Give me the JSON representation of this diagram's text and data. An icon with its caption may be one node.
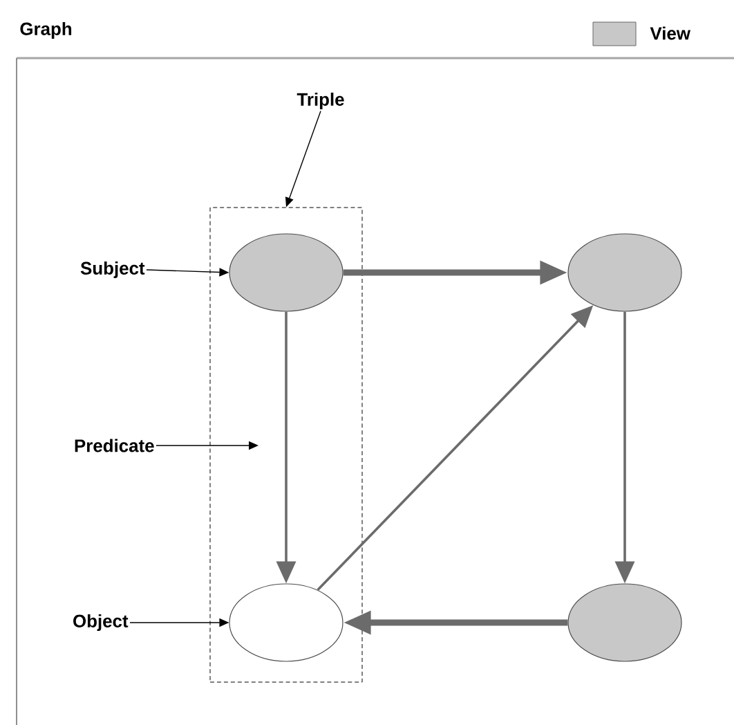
{
  "diagram": {
    "nodes": [
      {
        "text": [
          "Graph"
        ]
      },
      {
        "text": [],
        "shape": "box",
        "in": 0
      },
      {
        "text": [],
        "shape": "ellipse",
        "in": 1
      },
      {
        "text": [],
        "shape": "ellipse",
        "in": 1
      },
      {
        "text": [],
        "shape": "ellipse",
        "in": 0
      },
      {
        "text": [],
        "shape": "ellipse",
        "in": 0
      },
      {
        "text": [
          "Triple"
        ],
        "in": 0
      },
      {
        "text": [
          "Subject"
        ],
        "in": 0
      },
      {
        "text": [
          "Predicate"
        ],
        "in": 0
      },
      {
        "text": [
          "Object"
        ],
        "in": 0
      }
    ],
    "edges": [
      {
        "from": 6,
        "to": 1,
        "arrow": "to",
        "color": "#000000"
      },
      {
        "from": 7,
        "to": 2,
        "arrow": "to",
        "color": "#000000"
      },
      {
        "from": 2,
        "to": 4,
        "arrow": "to",
        "style": "thick"
      },
      {
        "from": 2,
        "to": 3,
        "arrow": "to"
      },
      {
        "from": 8,
        "to": null,
        "arrow": "to",
        "color": "#000000"
      },
      {
        "from": 3,
        "to": 4,
        "arrow": "to"
      },
      {
        "from": 4,
        "to": 5,
        "arrow": "to"
      },
      {
        "from": 9,
        "to": 3,
        "arrow": "to",
        "color": "#000000"
      },
      {
        "from": 5,
        "to": 3,
        "arrow": "to",
        "style": "thick"
      }
    ],
    "legend": [
      {
        "text": "View",
        "color": "#c8c8c8"
      }
    ]
  }
}
